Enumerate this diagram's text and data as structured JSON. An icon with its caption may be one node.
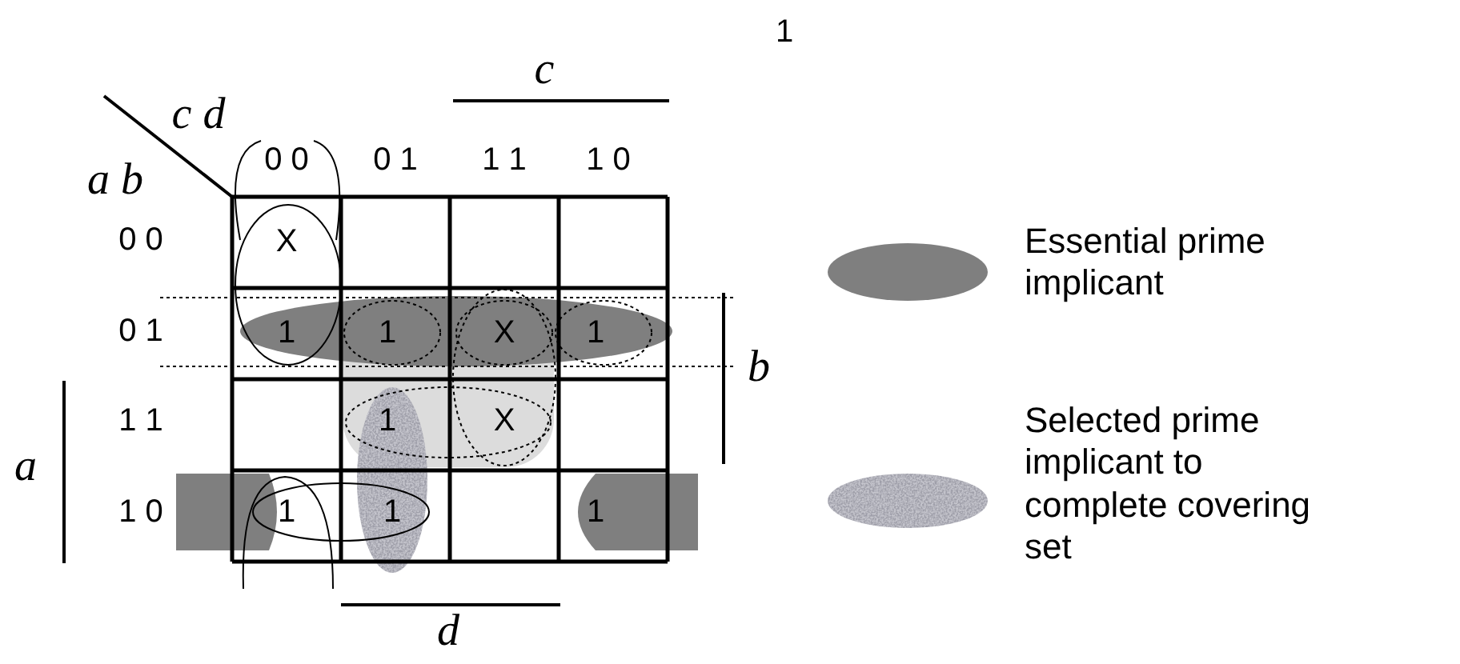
{
  "diagram": {
    "labels": [
      "1",
      "c",
      "c d",
      "0 0",
      "0 1",
      "1 1",
      "1 0",
      "a b",
      "0 0",
      "X",
      "0 1",
      "1",
      "1",
      "X",
      "1",
      "b",
      "1 1",
      "1",
      "X",
      "a",
      "1 0",
      "1",
      "1",
      "1",
      "d"
    ],
    "legend": [
      {
        "text": "Essential prime implicant",
        "color": "#7f7f7f"
      },
      {
        "text": "Selected prime implicant to complete covering set"
      }
    ]
  }
}
